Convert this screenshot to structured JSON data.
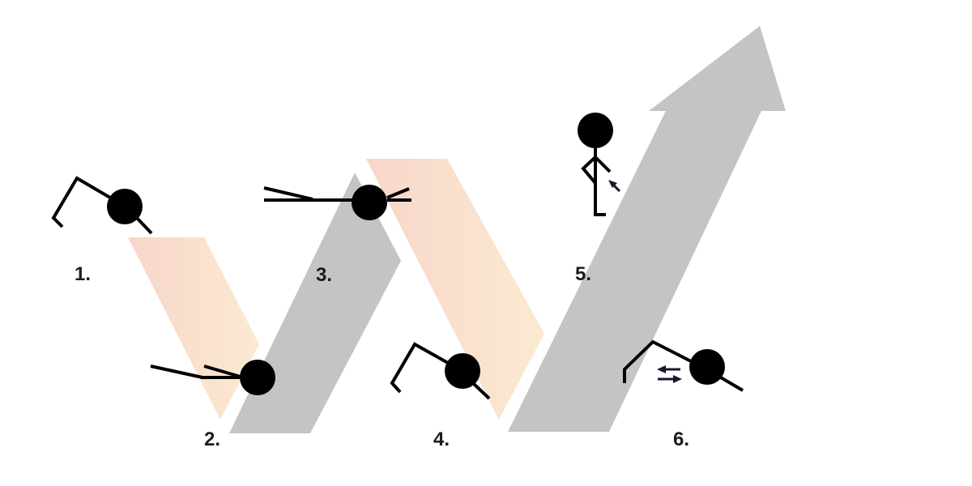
{
  "colors": {
    "band_gray": "#c4c4c4",
    "band_peach_start": "#f6cfc0",
    "band_peach_end": "#fbe6c8",
    "figure": "#000000",
    "arrow_marks": "#1a1530"
  },
  "steps": [
    {
      "label": "1."
    },
    {
      "label": "2."
    },
    {
      "label": "3."
    },
    {
      "label": "4."
    },
    {
      "label": "5."
    },
    {
      "label": "6."
    }
  ]
}
